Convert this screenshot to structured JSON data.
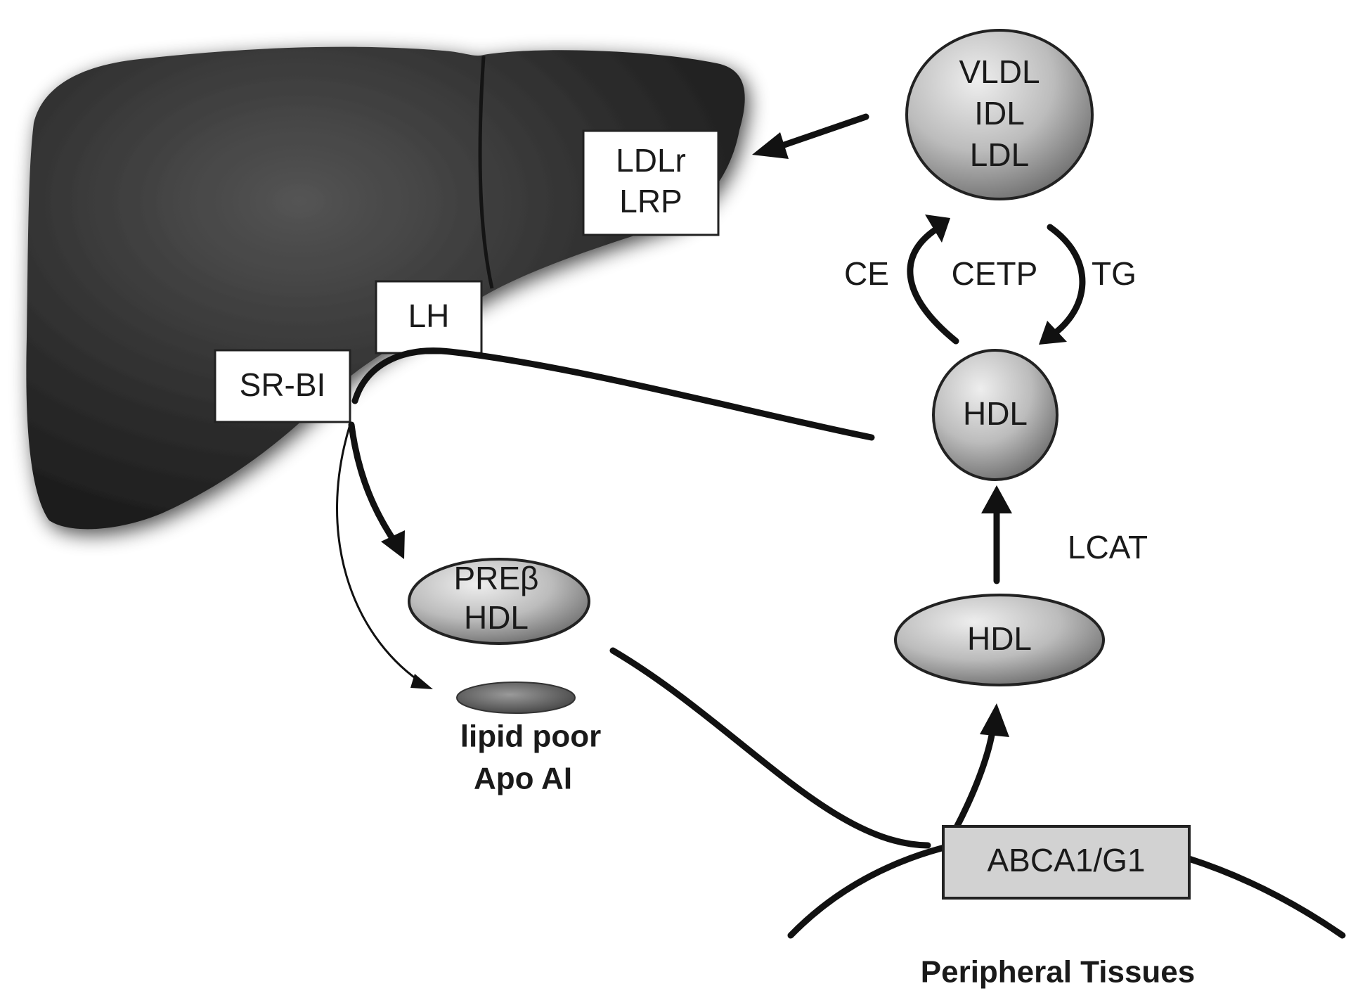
{
  "receptors": {
    "ldlr": "LDLr",
    "lrp": "LRP",
    "lh": "LH",
    "srbi": "SR-BI",
    "abca": "ABCA1/G1"
  },
  "particles": {
    "vldl": "VLDL",
    "idl": "IDL",
    "ldl": "LDL",
    "hdl_mature": "HDL",
    "hdl_nascent": "HDL",
    "preb_line1": "PREβ",
    "preb_line2": "HDL",
    "lipid_poor_line1": "lipid poor",
    "lipid_poor_line2": "Apo AI"
  },
  "exchange": {
    "ce": "CE",
    "cetp": "CETP",
    "tg": "TG"
  },
  "enzymes": {
    "lcat": "LCAT"
  },
  "tissue_label": "Peripheral Tissues"
}
